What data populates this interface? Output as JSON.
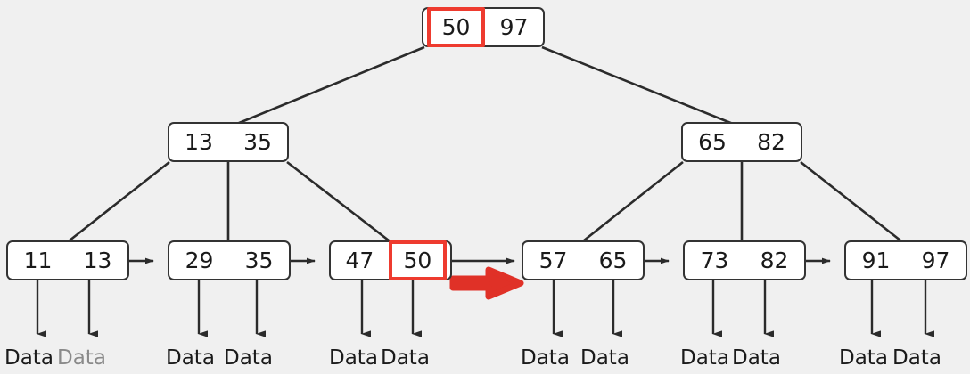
{
  "diagram": {
    "title": "B+ Tree insertion / search highlight",
    "background_color": "#f0f0f0",
    "node_border_color": "#333333",
    "node_fill_color": "#ffffff",
    "highlight_color": "#ee3b2f",
    "pointer_arrow_color": "#e03127",
    "text_color": "#1a1a1a"
  },
  "root": {
    "name": "root-node",
    "keys": [
      {
        "value": "50",
        "highlighted": true
      },
      {
        "value": "97",
        "highlighted": false
      }
    ]
  },
  "internal": [
    {
      "name": "internal-node-left",
      "keys": [
        {
          "value": "13",
          "highlighted": false
        },
        {
          "value": "35",
          "highlighted": false
        }
      ]
    },
    {
      "name": "internal-node-right",
      "keys": [
        {
          "value": "65",
          "highlighted": false
        },
        {
          "value": "82",
          "highlighted": false
        }
      ]
    }
  ],
  "leaves": [
    {
      "name": "leaf-node-1",
      "keys": [
        {
          "value": "11",
          "highlighted": false
        },
        {
          "value": "13",
          "highlighted": false
        }
      ],
      "data_labels": [
        "Data",
        "Data"
      ]
    },
    {
      "name": "leaf-node-2",
      "keys": [
        {
          "value": "29",
          "highlighted": false
        },
        {
          "value": "35",
          "highlighted": false
        }
      ],
      "data_labels": [
        "Data",
        "Data"
      ]
    },
    {
      "name": "leaf-node-3",
      "keys": [
        {
          "value": "47",
          "highlighted": false
        },
        {
          "value": "50",
          "highlighted": true
        }
      ],
      "data_labels": [
        "Data",
        "Data"
      ]
    },
    {
      "name": "leaf-node-4",
      "keys": [
        {
          "value": "57",
          "highlighted": false
        },
        {
          "value": "65",
          "highlighted": false
        }
      ],
      "data_labels": [
        "Data",
        "Data"
      ]
    },
    {
      "name": "leaf-node-5",
      "keys": [
        {
          "value": "73",
          "highlighted": false
        },
        {
          "value": "82",
          "highlighted": false
        }
      ],
      "data_labels": [
        "Data",
        "Data"
      ]
    },
    {
      "name": "leaf-node-6",
      "keys": [
        {
          "value": "91",
          "highlighted": false
        },
        {
          "value": "97",
          "highlighted": false
        }
      ],
      "data_labels": [
        "Data",
        "Data"
      ]
    }
  ],
  "annotations": {
    "red_pointer_arrow": {
      "name": "red-traversal-arrow",
      "direction": "right",
      "color": "#e03127"
    }
  }
}
